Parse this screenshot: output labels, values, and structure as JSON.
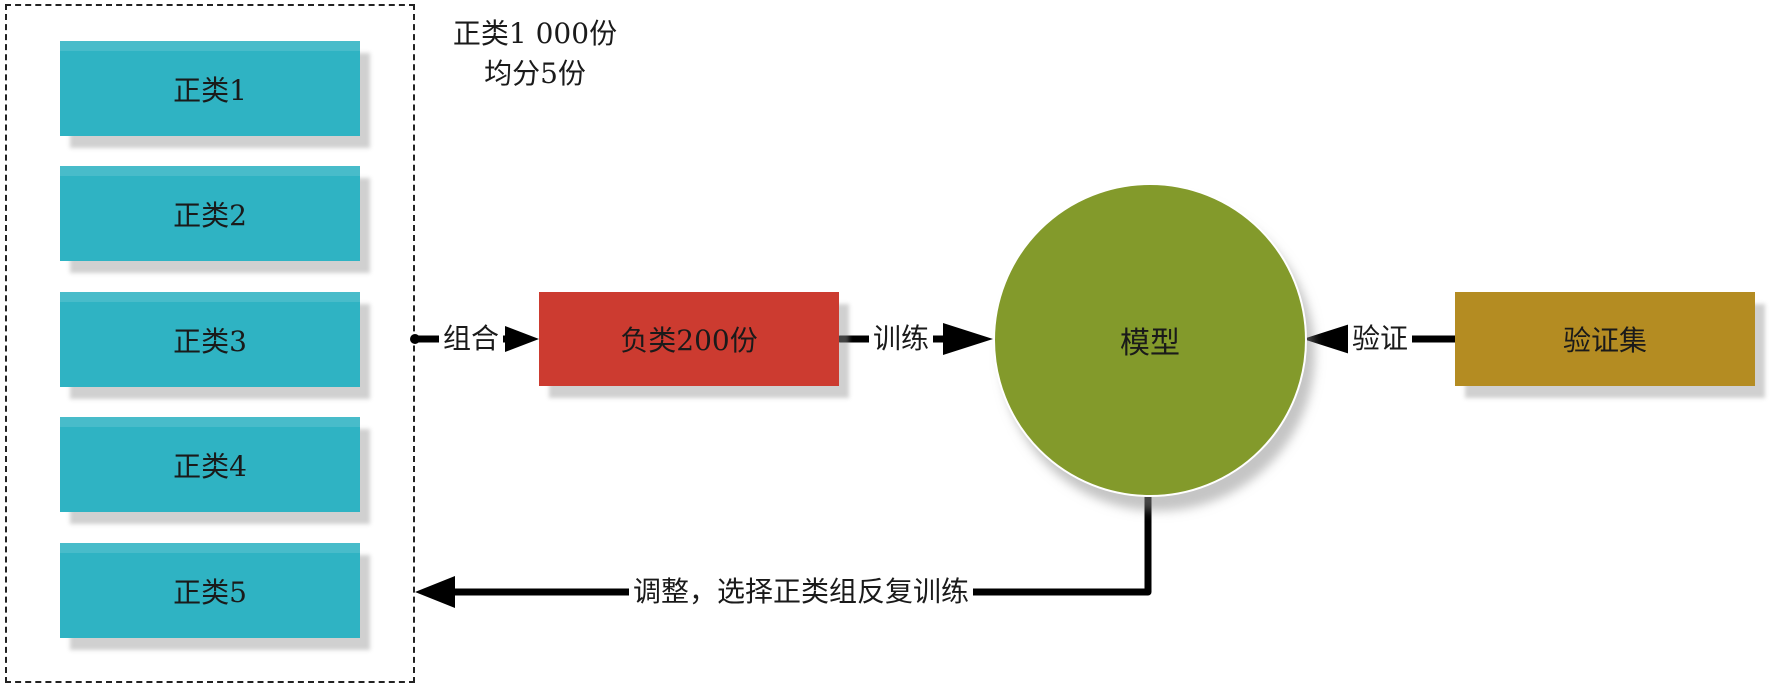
{
  "positive_group": {
    "items": [
      "正类1",
      "正类2",
      "正类3",
      "正类4",
      "正类5"
    ],
    "note_line1": "正类1 000份",
    "note_line2": "均分5份"
  },
  "negative_box": "负类200份",
  "model": "模型",
  "validation_box": "验证集",
  "edges": {
    "combine": "组合",
    "train": "训练",
    "validate": "验证",
    "feedback": "调整，选择正类组反复训练"
  },
  "colors": {
    "positive": "#2fb3c3",
    "negative": "#cc3b30",
    "model": "#839a2b",
    "validation": "#b48c22"
  }
}
